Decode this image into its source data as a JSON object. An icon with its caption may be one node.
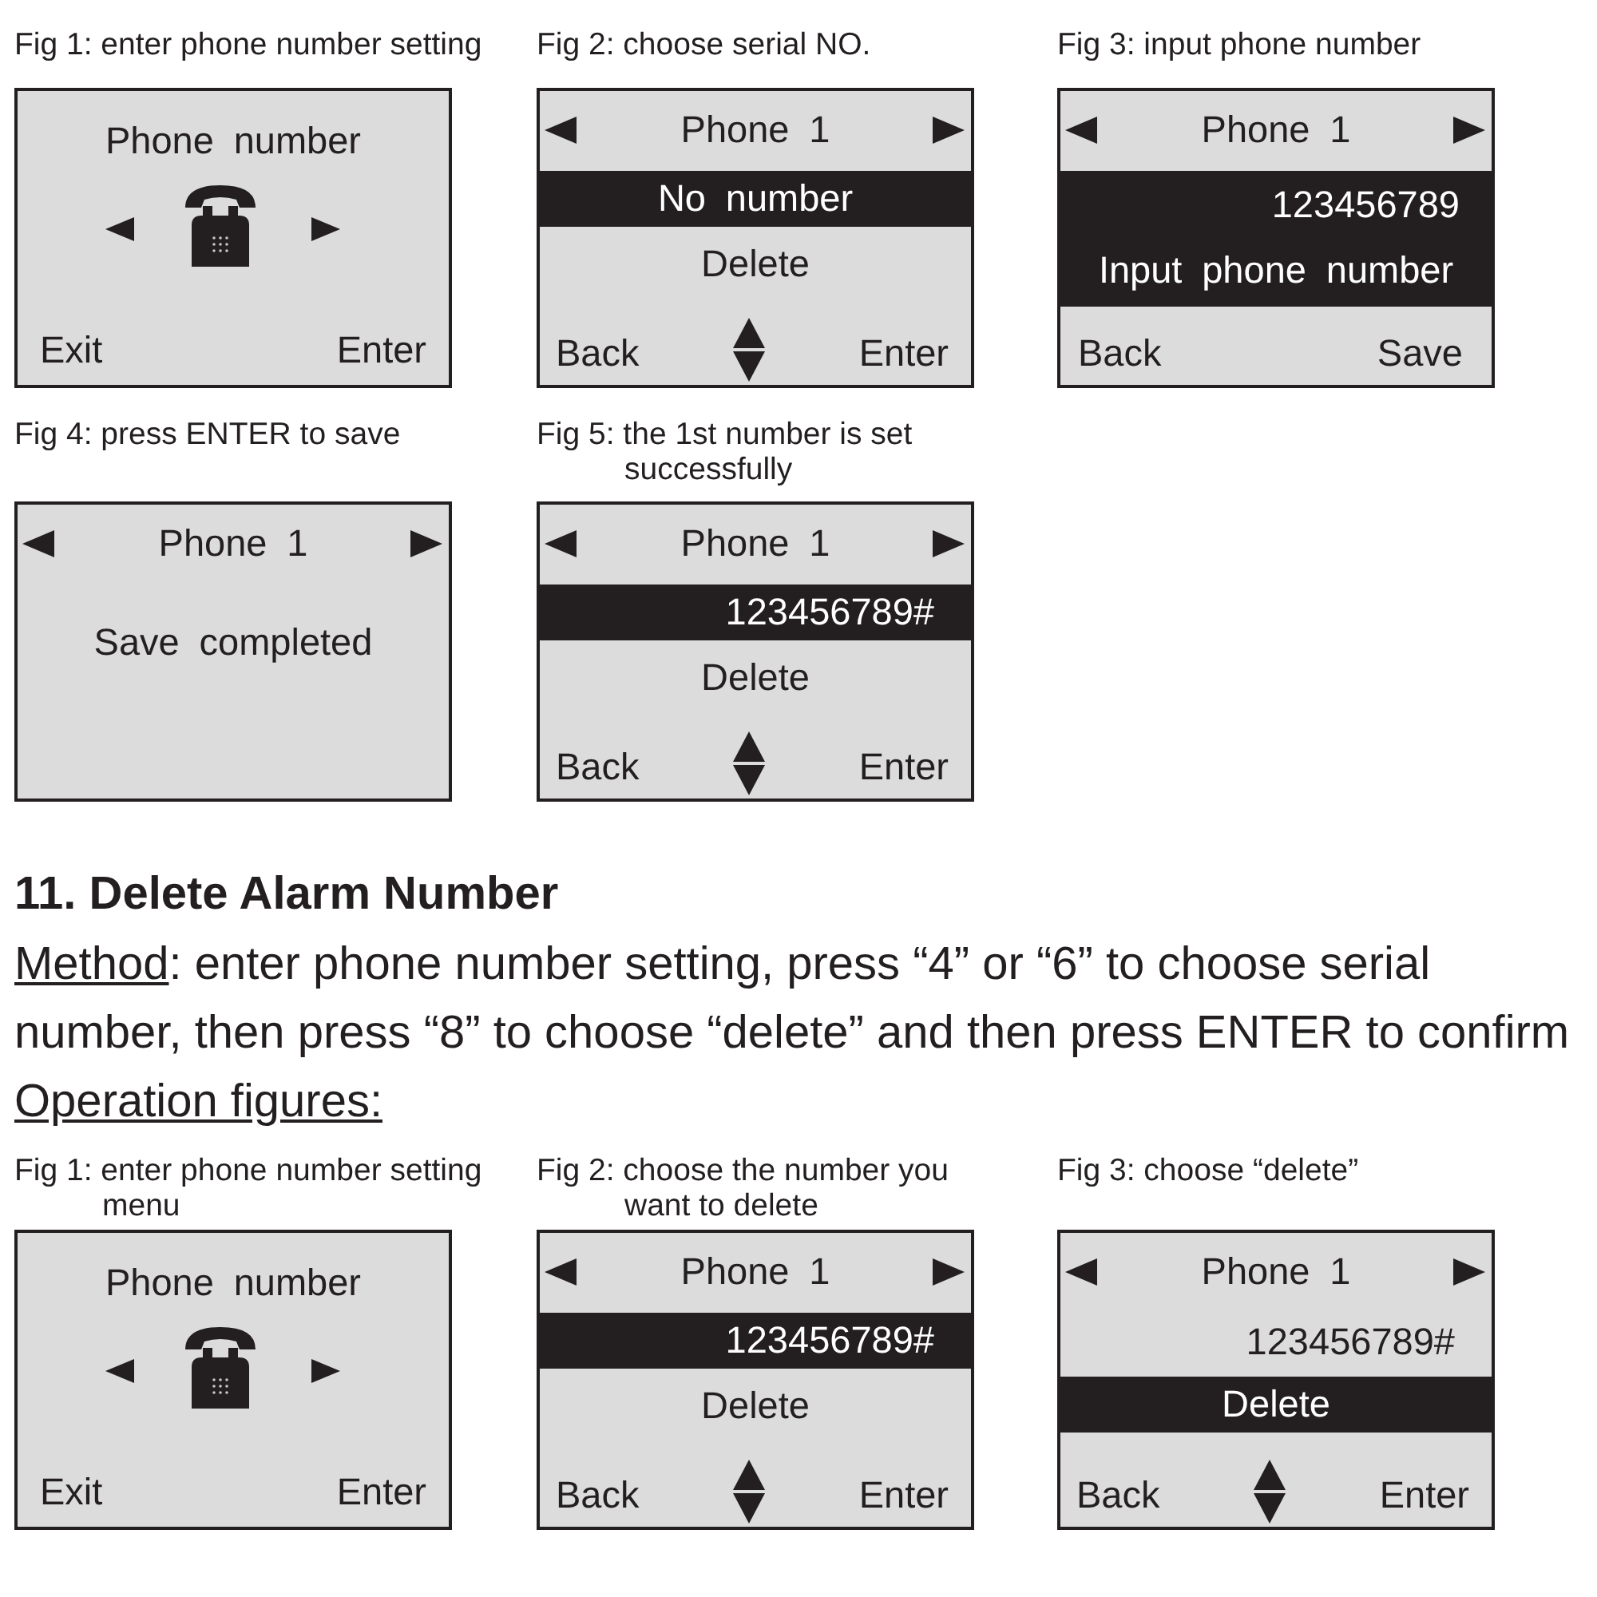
{
  "diagram": {
    "nodes": [
      {
        "text": [
          "Phone number",
          "Exit",
          "Enter"
        ],
        "beside": [
          "Fig 1: enter phone number setting"
        ]
      },
      {
        "text": [
          "Phone 1",
          "No number",
          "Delete",
          "Back",
          "Enter"
        ],
        "beside": [
          "Fig 2: choose serial NO."
        ]
      },
      {
        "text": [
          "Phone 1",
          "123456789",
          "Input phone number",
          "Back",
          "Save"
        ],
        "beside": [
          "Fig 3: input phone number"
        ]
      },
      {
        "text": [
          "Phone 1",
          "Save completed"
        ],
        "beside": [
          "Fig 4: press ENTER to save"
        ]
      },
      {
        "text": [
          "Phone 1",
          "123456789#",
          "Delete",
          "Back",
          "Enter"
        ],
        "beside": [
          "Fig 5: the 1st number is set successfully"
        ]
      },
      {
        "text": [
          "Phone number",
          "Exit",
          "Enter"
        ],
        "beside": [
          "Fig 1: enter phone number setting menu"
        ]
      },
      {
        "text": [
          "Phone 1",
          "123456789#",
          "Delete",
          "Back",
          "Enter"
        ],
        "beside": [
          "Fig 2: choose the number you want to delete"
        ]
      },
      {
        "text": [
          "Phone 1",
          "123456789#",
          "Delete",
          "Back",
          "Enter"
        ],
        "beside": [
          "Fig 3: choose “delete”"
        ]
      }
    ],
    "labels": [
      "11. Delete Alarm Number",
      "Method: enter phone number setting, press “4” or “6” to choose serial number, then press “8” to choose “delete” and then press ENTER to confirm",
      "Operation figures:"
    ]
  }
}
